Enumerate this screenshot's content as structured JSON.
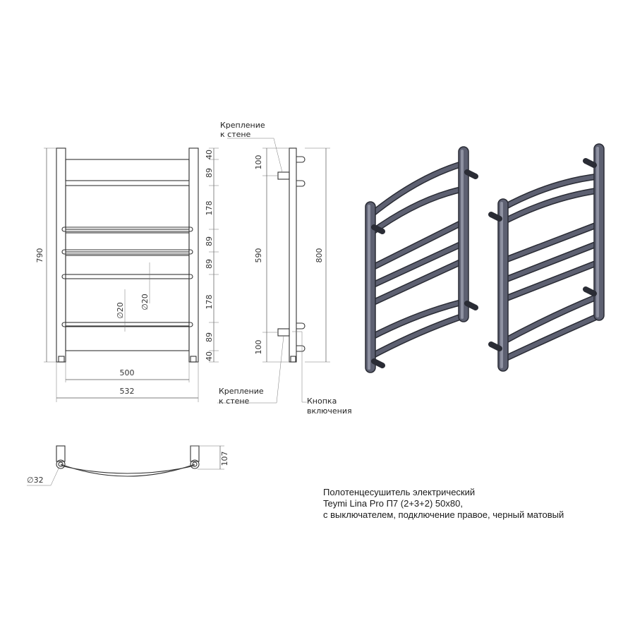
{
  "drawing": {
    "front_dims": {
      "height_total": "790",
      "width_inner": "500",
      "width_outer": "532",
      "diam_a": "∅20",
      "diam_b": "∅20",
      "segments": [
        "40",
        "89",
        "178",
        "89",
        "89",
        "178",
        "89",
        "40"
      ]
    },
    "side_dims": {
      "top_offset": "100",
      "middle": "590",
      "bottom_offset": "100",
      "height_total": "800"
    },
    "bottom_dims": {
      "diam": "∅32",
      "depth": "107"
    },
    "labels": {
      "mount_top": [
        "Крепление",
        "к стене"
      ],
      "mount_bottom": [
        "Крепление",
        "к стене"
      ],
      "switch": [
        "Кнопка",
        "включения"
      ]
    }
  },
  "caption": {
    "line1": "Полотенцесушитель электрический",
    "line2": "Teymi Lina Pro П7 (2+3+2) 50х80,",
    "line3": "с выключателем, подключение правое, черный матовый"
  },
  "colors": {
    "rail_body": "#5d6071",
    "rail_dark": "#2a2c35",
    "rail_light": "#8e91a1"
  }
}
